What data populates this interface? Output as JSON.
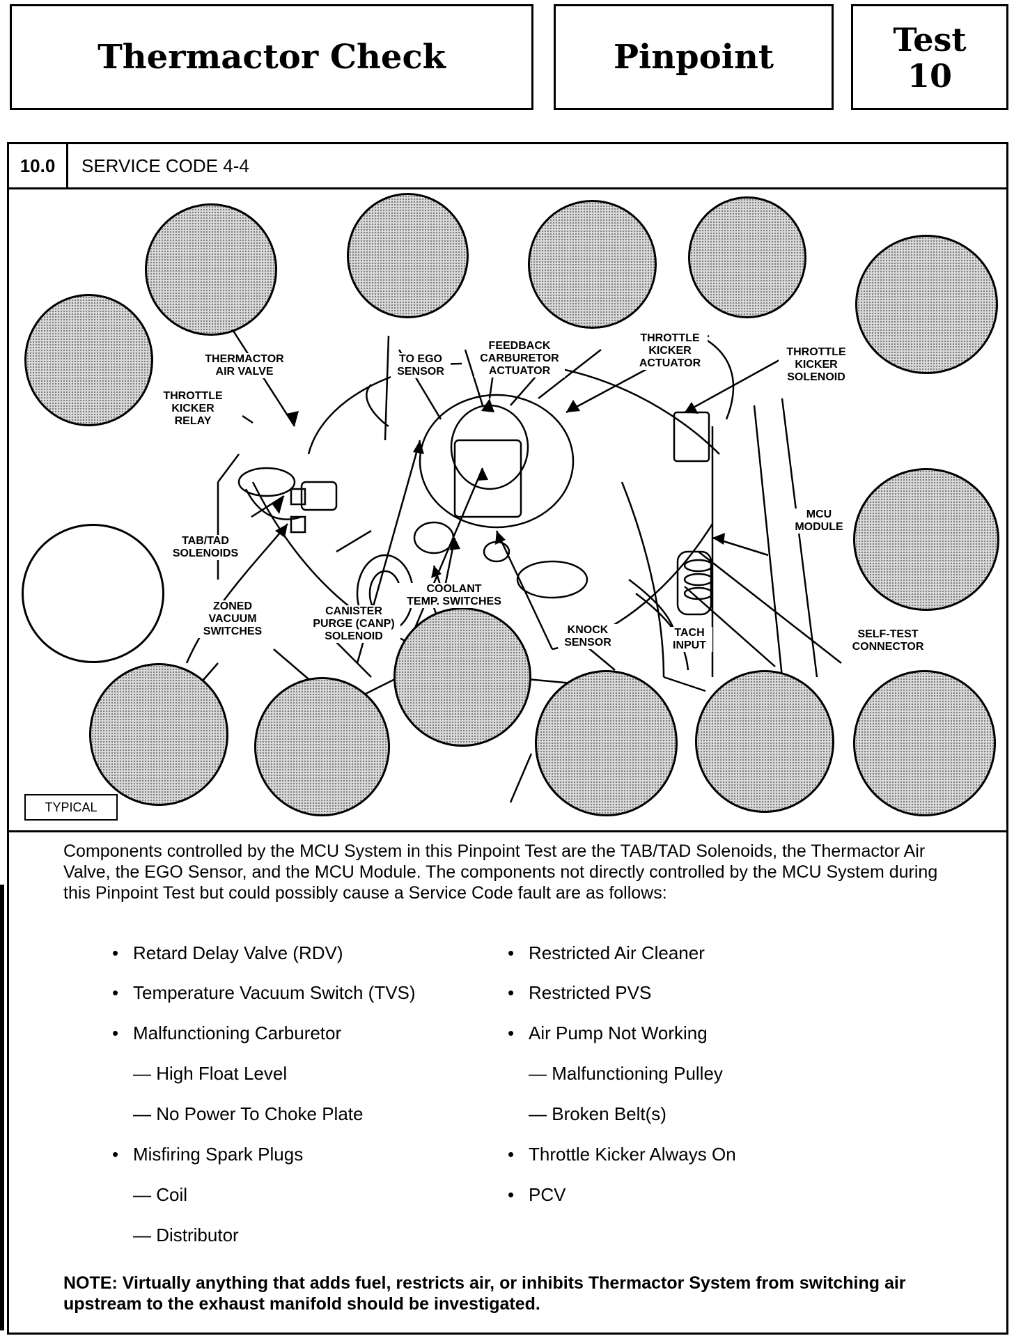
{
  "header": {
    "title": "Thermactor Check",
    "type": "Pinpoint",
    "test_label": "Test",
    "test_number": "10"
  },
  "section": {
    "number": "10.0",
    "title": "SERVICE CODE 4-4"
  },
  "diagram": {
    "labels": {
      "thermactor_air_valve": "THERMACTOR\nAIR VALVE",
      "to_ego_sensor": "TO EGO\nSENSOR",
      "feedback_carb_actuator": "FEEDBACK\nCARBURETOR\nACTUATOR",
      "throttle_kicker_actuator": "THROTTLE\nKICKER\nACTUATOR",
      "throttle_kicker_solenoid": "THROTTLE\nKICKER\nSOLENOID",
      "throttle_kicker_relay": "THROTTLE\nKICKER\nRELAY",
      "tab_tad_solenoids": "TAB/TAD\nSOLENOIDS",
      "mcu_module": "MCU\nMODULE",
      "zoned_vacuum_switches": "ZONED\nVACUUM\nSWITCHES",
      "coolant_temp_switches": "COOLANT\nTEMP. SWITCHES",
      "canister_purge": "CANISTER\nPURGE (CANP)\nSOLENOID",
      "knock_sensor": "KNOCK\nSENSOR",
      "tach_input": "TACH\nINPUT",
      "self_test_connector": "SELF-TEST\nCONNECTOR"
    },
    "typical_label": "TYPICAL"
  },
  "body": {
    "intro": "Components controlled by the MCU System in this Pinpoint Test are the TAB/TAD Solenoids, the Thermactor Air Valve, the EGO Sensor, and the MCU Module. The components not directly controlled by the MCU System during this Pinpoint Test but could possibly cause a Service Code fault are as follows:",
    "left_list": [
      {
        "text": "Retard Delay Valve (RDV)",
        "bullet": true
      },
      {
        "text": "Temperature Vacuum Switch (TVS)",
        "bullet": true
      },
      {
        "text": "Malfunctioning Carburetor",
        "bullet": true
      },
      {
        "text": "— High Float Level",
        "bullet": false
      },
      {
        "text": "— No Power To Choke Plate",
        "bullet": false
      },
      {
        "text": "Misfiring Spark Plugs",
        "bullet": true
      },
      {
        "text": "— Coil",
        "bullet": false
      },
      {
        "text": "— Distributor",
        "bullet": false
      }
    ],
    "right_list": [
      {
        "text": "Restricted Air Cleaner",
        "bullet": true
      },
      {
        "text": "Restricted PVS",
        "bullet": true
      },
      {
        "text": "Air Pump Not Working",
        "bullet": true
      },
      {
        "text": "— Malfunctioning Pulley",
        "bullet": false
      },
      {
        "text": "— Broken Belt(s)",
        "bullet": false
      },
      {
        "text": "Throttle Kicker Always On",
        "bullet": true
      },
      {
        "text": "PCV",
        "bullet": true
      }
    ],
    "note": "NOTE: Virtually anything that adds fuel, restricts air, or inhibits Thermactor System from switching air upstream to the exhaust manifold should be investigated."
  }
}
